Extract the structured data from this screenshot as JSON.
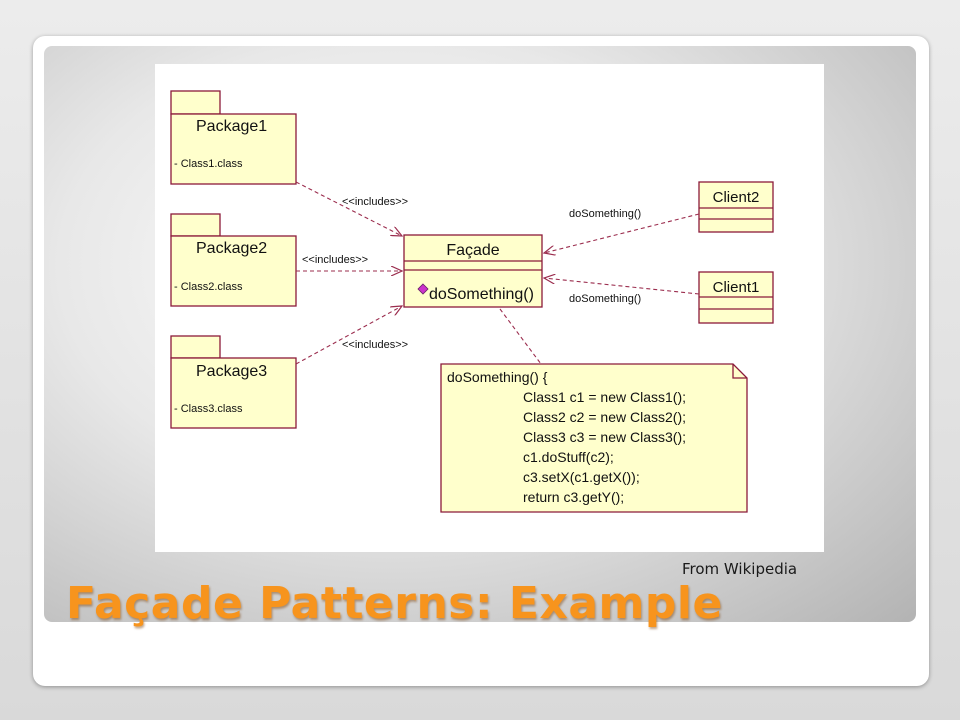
{
  "slide": {
    "title": "Façade Patterns: Example",
    "caption": "From Wikipedia"
  },
  "diagram": {
    "packages": [
      {
        "name": "Package1",
        "member": "- Class1.class"
      },
      {
        "name": "Package2",
        "member": "- Class2.class"
      },
      {
        "name": "Package3",
        "member": "- Class3.class"
      }
    ],
    "facade": {
      "name": "Façade",
      "method": "doSomething()"
    },
    "clients": [
      {
        "name": "Client2"
      },
      {
        "name": "Client1"
      }
    ],
    "edges": {
      "includes_label": "<<includes>>",
      "call_label": "doSomething()"
    },
    "note": {
      "lines": [
        "doSomething() {",
        "Class1 c1 = new Class1();",
        "Class2 c2 = new Class2();",
        "Class3 c3 = new Class3();",
        "c1.doStuff(c2);",
        "c3.setX(c1.getX());",
        "return c3.getY();"
      ]
    },
    "colors": {
      "box_fill": "#ffffcc",
      "box_stroke": "#8b1a3a",
      "edge": "#9b2d4e",
      "method_icon": "#cc33cc"
    }
  }
}
